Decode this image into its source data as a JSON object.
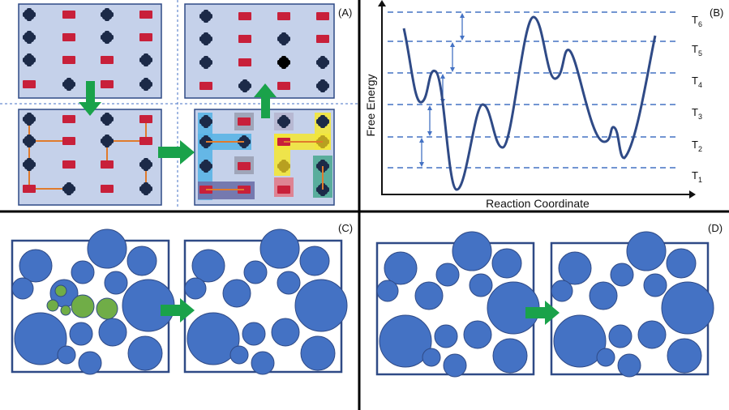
{
  "panels": {
    "a": {
      "label": "(A)"
    },
    "b": {
      "label": "(B)",
      "x_axis_label": "Reaction Coordinate",
      "y_axis_label": "Free Energy",
      "levels": [
        {
          "base": "T",
          "sub": "1"
        },
        {
          "base": "T",
          "sub": "2"
        },
        {
          "base": "T",
          "sub": "3"
        },
        {
          "base": "T",
          "sub": "4"
        },
        {
          "base": "T",
          "sub": "5"
        },
        {
          "base": "T",
          "sub": "6"
        }
      ]
    },
    "c": {
      "label": "(C)"
    },
    "d": {
      "label": "(D)"
    }
  },
  "colors": {
    "panel_fill": "#c5d1ea",
    "panel_border": "#2f4a86",
    "spin": "#1c2a48",
    "red_block": "#c8203a",
    "arrow_green": "#1aa24a",
    "curve": "#2f4a86",
    "dashed_level": "#4472c4",
    "circle_blue": "#4472c4",
    "circle_green": "#70ad47",
    "circle_yellow": "#ffff00",
    "cluster_blue": "#5ab4e6",
    "cluster_yellow": "#f2e63a",
    "cluster_teal": "#4da894",
    "cluster_gray": "#9aa0b4",
    "cluster_pink": "#e07a8a",
    "cluster_purple": "#6b6fa8"
  }
}
